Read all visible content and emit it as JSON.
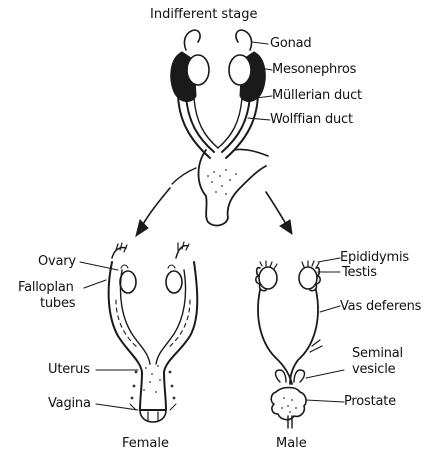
{
  "title": "Indifferent stage",
  "indifferent_labels": {
    "gonad": "Gonad",
    "mesonephros": "Mesonephros",
    "mullerian_duct": "Müllerian duct",
    "wolffian_duct": "Wolffian duct"
  },
  "female_labels": {
    "ovary": "Ovary",
    "fallopian_tubes_line1": "Falloplan",
    "fallopian_tubes_line2": "tubes",
    "uterus": "Uterus",
    "vagina": "Vagina"
  },
  "male_labels": {
    "epididymis": "Epididymis",
    "testis": "Testis",
    "vas_deferens": "Vas deferens",
    "seminal_vesicle_line1": "Seminal",
    "seminal_vesicle_line2": "vesicle",
    "prostate": "Prostate"
  },
  "captions": {
    "female": "Female",
    "male": "Male"
  }
}
